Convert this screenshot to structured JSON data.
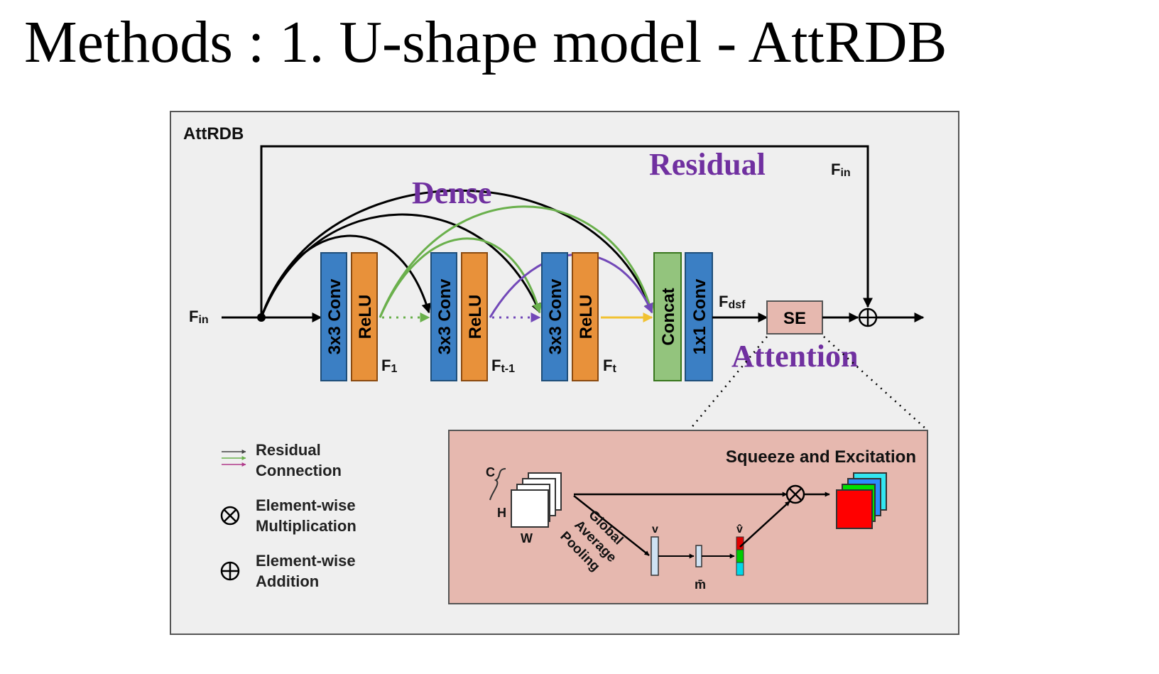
{
  "slide": {
    "title": "Methods : 1. U-shape model - AttRDB"
  },
  "diagram": {
    "panel_title": "AttRDB",
    "input_label_main": "F",
    "input_label_sub": "in",
    "skip_label_main": "F",
    "skip_label_sub": "in",
    "blocks": [
      {
        "conv": "3x3 Conv",
        "relu": "ReLU",
        "out_main": "F",
        "out_sub": "1"
      },
      {
        "conv": "3x3 Conv",
        "relu": "ReLU",
        "out_main": "F",
        "out_sub": "t-1"
      },
      {
        "conv": "3x3 Conv",
        "relu": "ReLU",
        "out_main": "F",
        "out_sub": "t"
      }
    ],
    "concat_label": "Concat",
    "fuse_conv_label": "1x1 Conv",
    "fused_label_main": "F",
    "fused_label_sub": "dsf",
    "se_label": "SE",
    "annotations": {
      "residual": "Residual",
      "dense": "Dense",
      "attention": "Attention"
    },
    "legend": {
      "residual_line1": "Residual",
      "residual_line2": "Connection",
      "mult_line1": "Element-wise",
      "mult_line2": "Multiplication",
      "add_line1": "Element-wise",
      "add_line2": "Addition",
      "arrow_colors": [
        "#444444",
        "#6ab04c",
        "#b03a8a"
      ]
    },
    "se_inset": {
      "title": "Squeeze and Excitation",
      "dim_c": "C",
      "dim_h": "H",
      "dim_w": "W",
      "gap_line1": "Global",
      "gap_line2": "Average",
      "gap_line3": "Pooling",
      "vec_v": "v",
      "vec_m": "m̄",
      "vec_v_hat": "v̂"
    },
    "colors": {
      "conv": "#3b7fc4",
      "relu": "#e8913a",
      "concat": "#93c47d",
      "se_box": "#e6b8af",
      "panel_bg": "#efefef",
      "dense_green": "#6ab04c",
      "dense_purple": "#7248b8",
      "dense_yellow": "#f1c232",
      "annotation_purple": "#7030a0"
    }
  }
}
